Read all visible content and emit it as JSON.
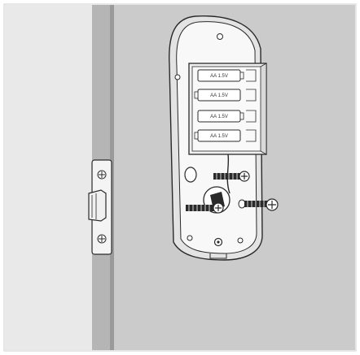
{
  "batteries": [
    {
      "label": "AA 1.5V"
    },
    {
      "label": "AA 1.5V"
    },
    {
      "label": "AA 1.5V"
    },
    {
      "label": "AA 1.5V"
    }
  ],
  "colors": {
    "wall": "#c9c9c9",
    "door_edge": "#a9a9a9",
    "door_face": "#e6e6e6",
    "lock_body": "#f7f7f7",
    "outline": "#2a2a2a",
    "screw_dark": "#222222"
  },
  "icons": [
    "phillips-screw-head-icon",
    "latch-bolt-icon",
    "thumb-turn-slot-icon"
  ]
}
